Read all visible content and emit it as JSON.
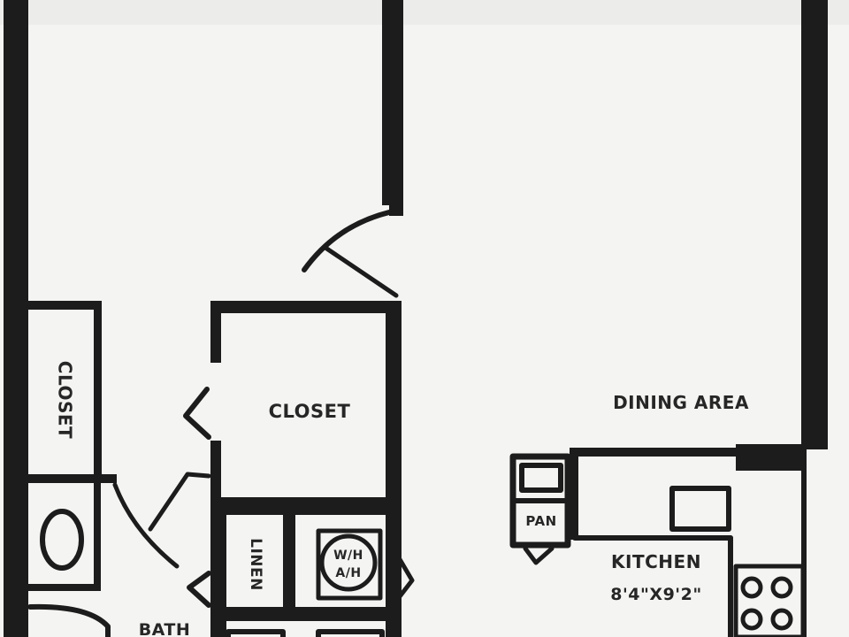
{
  "diagram": {
    "type": "floor-plan",
    "colors": {
      "paper": "#f4f4f2",
      "ink": "#1c1c1c"
    },
    "labels": {
      "closet_left": "CLOSET",
      "closet_center": "CLOSET",
      "dining_area": "DINING AREA",
      "pantry": "PAN",
      "kitchen": "KITCHEN",
      "kitchen_size": "8'4\"X9'2\"",
      "linen": "LINEN",
      "water_heater_line1": "W/H",
      "water_heater_line2": "A/H",
      "bath": "BATH"
    }
  }
}
